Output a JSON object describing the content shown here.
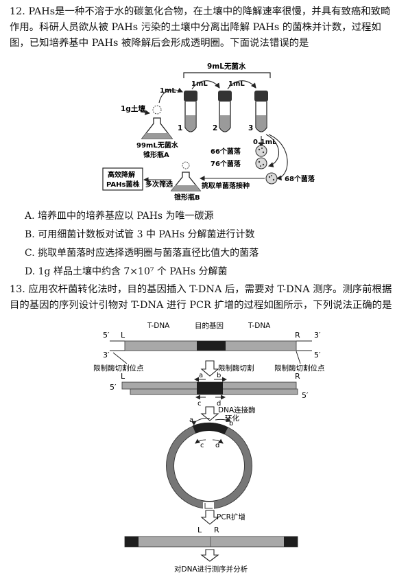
{
  "q12": {
    "text": "12. PAHs是一种不溶于水的碳氢化合物，在土壤中的降解速率很慢，并具有致癌和致畸作用。科研人员欲从被 PAHs 污染的土壤中分离出降解 PAHs 的菌株并计数，过程如图，已知培养基中 PAHs 被降解后会形成透明圈。下面说法错误的是",
    "figure": {
      "water_label": "9mL无菌水",
      "transfer_1ml": "1mL",
      "soil_label": "1g土壤",
      "flask_a_water": "99mL无菌水",
      "flask_a_name": "锥形瓶A",
      "tube_labels": [
        "1",
        "2",
        "3"
      ],
      "plating_volume": "0.1mL",
      "colony_counts": [
        "66个菌落",
        "76个菌落",
        "68个菌落"
      ],
      "strain_box": [
        "高效降解",
        "PAHs菌株"
      ],
      "screening_label": "多次筛选",
      "pick_label": "挑取单菌落接种",
      "flask_b_name": "锥形瓶B"
    },
    "options": [
      "A. 培养皿中的培养基应以 PAHs 为唯一碳源",
      "B. 可用细菌计数板对试管 3 中 PAHs 分解菌进行计数",
      "C. 挑取单菌落时应选择透明圈与菌落直径比值大的菌落",
      "D. 1g 样品土壤中约含 7×10⁷ 个 PAHs 分解菌"
    ]
  },
  "q13": {
    "text": "13. 应用农杆菌转化法时，目的基因插入 T-DNA 后，需要对 T-DNA 测序。测序前根据目的基因的序列设计引物对 T-DNA 进行 PCR 扩增的过程如图所示，下列说法正确的是",
    "figure": {
      "tdna_label": "T-DNA",
      "target_gene_label": "目的基因",
      "five_prime": "5′",
      "three_prime": "3′",
      "left_label": "L",
      "right_label": "R",
      "restriction_site": "限制酶切割位点",
      "restriction_cut": "限制酶切割",
      "primers": [
        "a",
        "b",
        "c",
        "d"
      ],
      "ligase_step": "DNA连接酶",
      "circularize": "环化",
      "pcr_step": "PCR扩增",
      "final_step": "对DNA进行测序并分析"
    }
  }
}
